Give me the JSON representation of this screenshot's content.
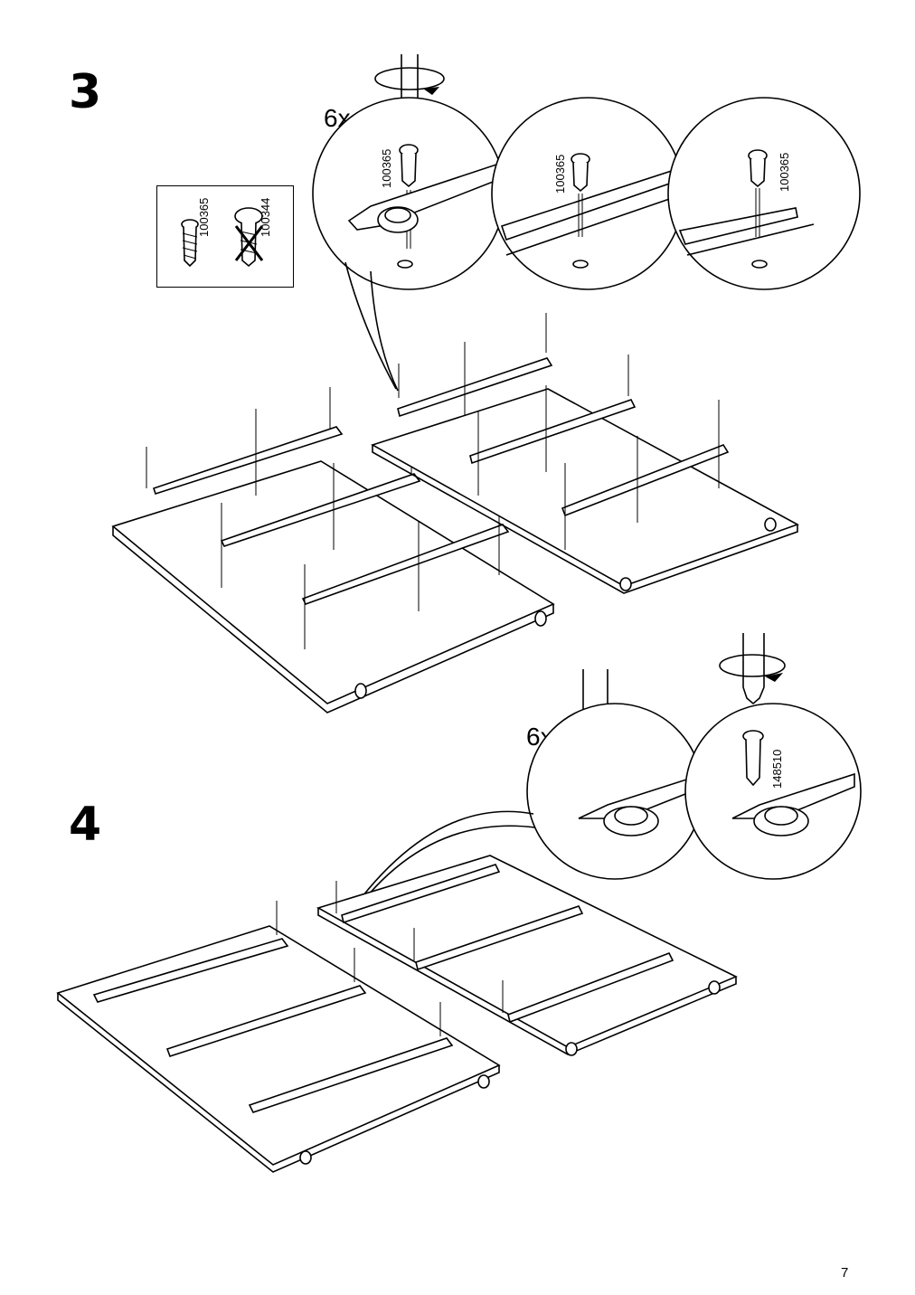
{
  "steps": [
    {
      "number": "3",
      "quantity": "6x",
      "screw_codes": [
        "100365",
        "100365",
        "100365"
      ],
      "legend": {
        "correct_code": "100365",
        "wrong_code": "100344"
      }
    },
    {
      "number": "4",
      "quantity": "6x",
      "screw_code": "148510"
    }
  ],
  "page_number": "7"
}
